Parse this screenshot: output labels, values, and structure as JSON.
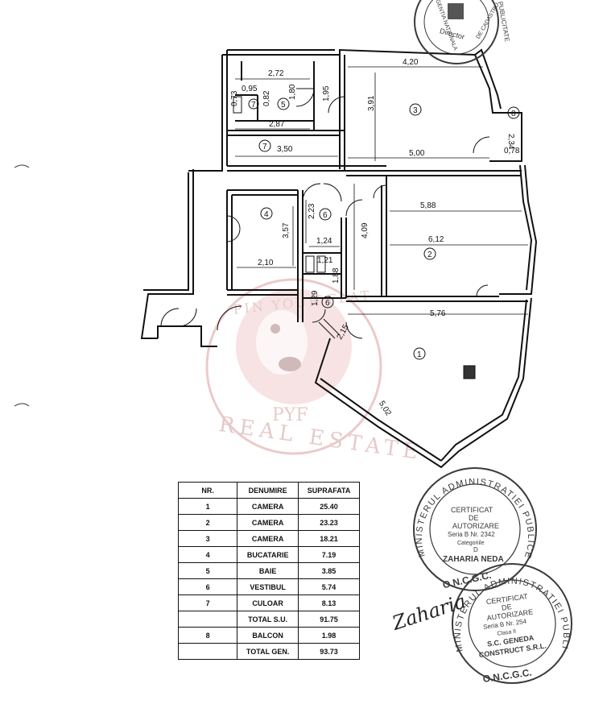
{
  "rooms": [
    {
      "nr": "1",
      "label": "1"
    },
    {
      "nr": "2",
      "label": "2"
    },
    {
      "nr": "3",
      "label": "3"
    },
    {
      "nr": "4",
      "label": "4"
    },
    {
      "nr": "5",
      "label": "5"
    },
    {
      "nr": "6",
      "label": "6"
    },
    {
      "nr": "7",
      "label": "7"
    },
    {
      "nr": "8",
      "label": "8"
    }
  ],
  "dimensions": {
    "d272": "2,72",
    "d095": "0,95",
    "d180": "1,80",
    "d195": "1,95",
    "d073": "0,73",
    "d082": "0,82",
    "d287": "2,87",
    "d350": "3,50",
    "d420": "4,20",
    "d391": "3,91",
    "d500": "5,00",
    "d234": "2,34",
    "d078": "0,78",
    "d588": "5,88",
    "d612": "6,12",
    "d409": "4,09",
    "d223": "2,23",
    "d124": "1,24",
    "d357": "3,57",
    "d121": "1,21",
    "d210": "2,10",
    "d188": "1,88",
    "d129": "1,29",
    "d576": "5,76",
    "d215": "2,15",
    "d502": "5,02"
  },
  "table": {
    "headers": [
      "NR.",
      "DENUMIRE",
      "SUPRAFATA"
    ],
    "rows": [
      {
        "nr": "1",
        "name": "CAMERA",
        "area": "25.40"
      },
      {
        "nr": "2",
        "name": "CAMERA",
        "area": "23.23"
      },
      {
        "nr": "3",
        "name": "CAMERA",
        "area": "18.21"
      },
      {
        "nr": "4",
        "name": "BUCATARIE",
        "area": "7.19"
      },
      {
        "nr": "5",
        "name": "BAIE",
        "area": "3.85"
      },
      {
        "nr": "6",
        "name": "VESTIBUL",
        "area": "5.74"
      },
      {
        "nr": "7",
        "name": "CULOAR",
        "area": "8.13"
      },
      {
        "nr": "",
        "name": "TOTAL S.U.",
        "area": "91.75"
      },
      {
        "nr": "8",
        "name": "BALCON",
        "area": "1.98"
      },
      {
        "nr": "",
        "name": "TOTAL GEN.",
        "area": "93.73"
      }
    ]
  },
  "stamp_1": {
    "ring": "MINISTERUL ADMINISTRATIEI PUBLICE",
    "bottom": "O.N.C.G.C.",
    "lines": [
      "CERTIFICAT",
      "DE",
      "AUTORIZARE",
      "Seria B  Nr. 2342",
      "Categoriile",
      "D",
      "ZAHARIA NEDA"
    ]
  },
  "stamp_2": {
    "ring": "MINISTERUL ADMINISTRATIEI PUBLICE",
    "bottom": "O.N.C.G.C.",
    "lines": [
      "CERTIFICAT",
      "DE",
      "AUTORIZARE",
      "Seria B  Nr. 254",
      "Clasa II",
      "S.C. GENEDA",
      "CONSTRUCT S.R.L."
    ]
  },
  "stamp_top": {
    "lines": [
      "Director",
      "AGENTIA NATIONALA",
      "DE CADASTRU",
      "PUBLICITATE"
    ]
  },
  "signature": "Zaharia",
  "watermark": {
    "brand": "PYF",
    "tagline": "REAL ESTATE",
    "arc_top": "PIN YOUR FLAT"
  },
  "colors": {
    "ink": "#111111",
    "watermark": "#d9a6a6",
    "stamp": "#3a3a3a"
  }
}
